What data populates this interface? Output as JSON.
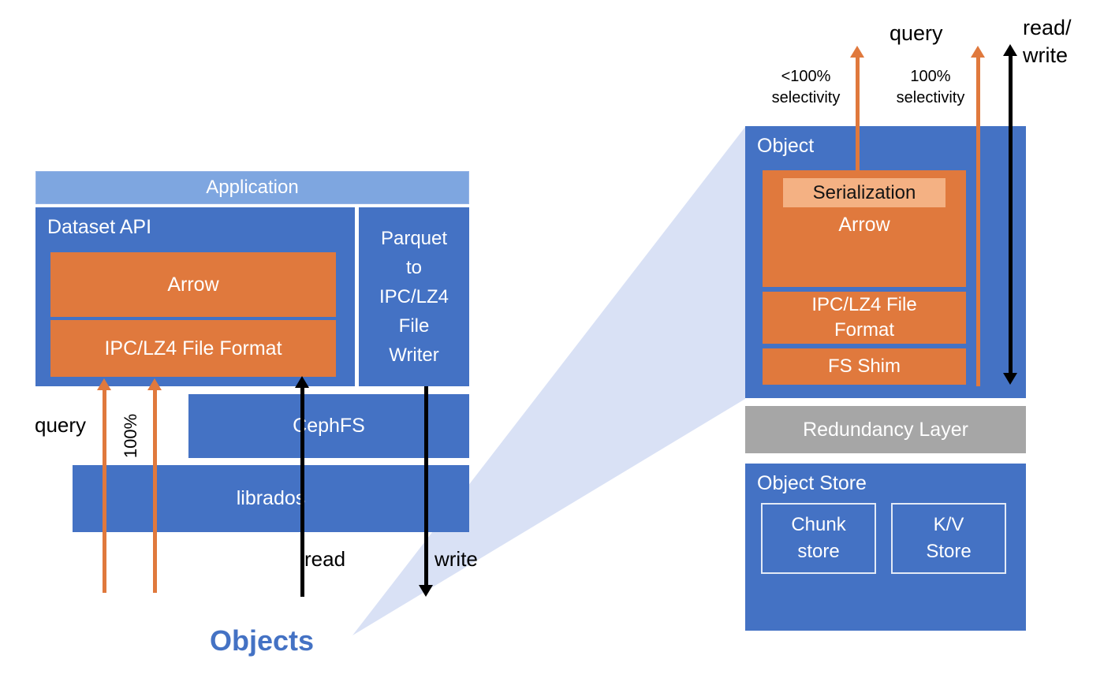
{
  "left": {
    "application": "Application",
    "dataset_api": "Dataset API",
    "arrow": "Arrow",
    "ipc_lz4": "IPC/LZ4 File Format",
    "parquet_writer": "Parquet to IPC/LZ4 File Writer",
    "cephfs": "CephFS",
    "librados": "librados",
    "query_label": "query",
    "selectivity_label": "100%",
    "read_label": "read",
    "write_label": "write",
    "objects_label": "Objects"
  },
  "right": {
    "object": "Object",
    "serialization": "Serialization",
    "arrow": "Arrow",
    "ipc_lz4": "IPC/LZ4 File Format",
    "fs_shim": "FS Shim",
    "redundancy_layer": "Redundancy Layer",
    "object_store": "Object Store",
    "chunk_store": "Chunk store",
    "kv_store": "K/V Store",
    "query_label": "query",
    "read_write_line1": "read/",
    "read_write_line2": "write",
    "low_selectivity_label": "<100% selectivity",
    "full_selectivity_label": "100% selectivity"
  },
  "colors": {
    "blue": "#4472C4",
    "light_blue": "#7EA6E0",
    "orange": "#E0793D",
    "orange_highlight": "#F4B183",
    "gray": "#A6A6A6",
    "cone": "#D9E1F5",
    "arrow_black": "#000000"
  }
}
